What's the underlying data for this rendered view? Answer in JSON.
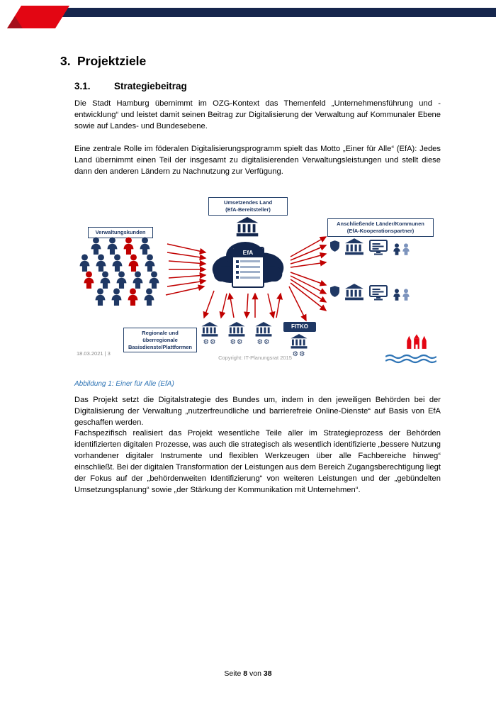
{
  "colors": {
    "navy": "#1F3864",
    "dark_navy": "#13264D",
    "arrow_red": "#C00000",
    "brand_red": "#E30613",
    "caption_blue": "#2E74B5",
    "muted_gray": "#8A8A8A"
  },
  "icons": {
    "gear": "⚙"
  },
  "document": {
    "heading": {
      "number": "3.",
      "title": "Projektziele"
    },
    "section": {
      "number": "3.1.",
      "title": "Strategiebeitrag"
    },
    "paragraphs": {
      "p1": "Die Stadt Hamburg übernimmt im OZG-Kontext das Themenfeld „Unternehmensführung und -entwicklung“ und leistet damit seinen Beitrag zur Digitalisierung der Verwaltung auf Kommunaler Ebene sowie auf Landes- und Bundesebene.",
      "p2": "Eine zentrale Rolle im föderalen Digitalisierungsprogramm spielt das Motto „Einer für Alle“ (EfA): Jedes Land übernimmt einen Teil der insgesamt zu digitalisierenden Verwaltungsleistungen und stellt diese dann den anderen Ländern zu Nachnutzung zur Verfügung.",
      "p3": "Das Projekt setzt die Digitalstrategie des Bundes um, indem in den jeweiligen Behörden bei der Digitalisierung der Verwaltung „nutzerfreundliche und barrierefreie Online-Dienste“ auf Basis von EfA geschaffen werden.",
      "p4": "Fachspezifisch realisiert das Projekt wesentliche Teile aller im Strategieprozess der Behörden identifizierten digitalen Prozesse, was auch die strategisch als wesentlich identifizierte „bessere Nutzung vorhandener digitaler Instrumente und flexiblen Werkzeugen über alle Fachbereiche hinweg“ einschließt. Bei der digitalen Transformation der Leistungen aus dem Bereich Zugangsberechtigung liegt der Fokus auf der „behördenweiten Identifizierung“ von weiteren Leistungen und der „gebündelten Umsetzungsplanung“ sowie „der Stärkung der Kommunikation mit Unternehmen“."
    },
    "caption": "Abbildung 1: Einer für Alle (EfA)",
    "footer": {
      "prefix": "Seite",
      "page": "8",
      "middle": "von",
      "total": "38"
    }
  },
  "figure": {
    "top_label": {
      "line1": "Umsetzendes Land",
      "line2": "(EfA-Bereitsteller)"
    },
    "left_label": "Verwaltungskunden",
    "right_label": {
      "line1": "Anschließende Länder/Kommunen",
      "line2": "(EfA-Kooperationspartner)"
    },
    "bottom_label": {
      "line1": "Regionale und überregionale",
      "line2": "Basisdienste/Plattformen"
    },
    "fitko": "FITKO",
    "efa": "EfA",
    "date": "18.03.2021 | 3",
    "copyright": "Copyright: IT-Planungsrat 2015"
  }
}
